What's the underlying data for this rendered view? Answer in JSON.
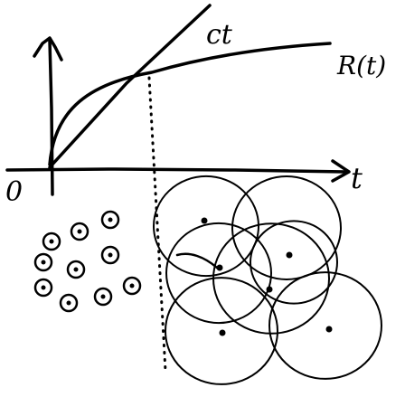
{
  "labels": {
    "line": "ct",
    "curve": "R(t)",
    "x_axis": "t",
    "origin": "0"
  }
}
